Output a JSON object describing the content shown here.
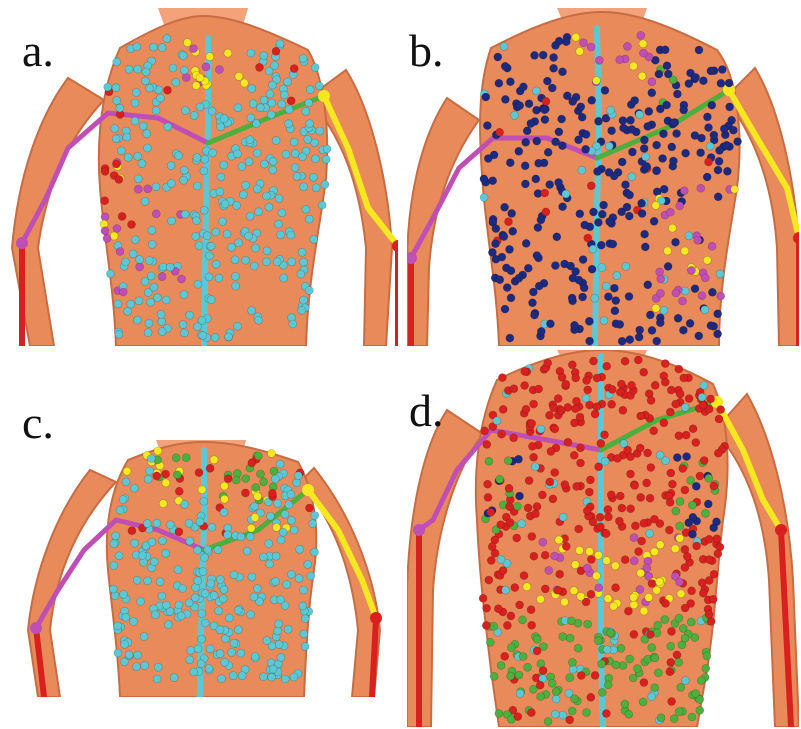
{
  "figure": {
    "panels": [
      {
        "label": "a.",
        "dominant_color": "cyan",
        "accent_colors": [
          "yellow",
          "red",
          "magenta",
          "green"
        ]
      },
      {
        "label": "b.",
        "dominant_color": "navy",
        "accent_colors": [
          "cyan",
          "yellow",
          "red",
          "magenta",
          "green"
        ]
      },
      {
        "label": "c.",
        "dominant_color": "cyan",
        "accent_colors": [
          "yellow",
          "red",
          "green"
        ]
      },
      {
        "label": "d.",
        "dominant_color": "red",
        "accent_colors": [
          "yellow",
          "green",
          "navy",
          "cyan",
          "magenta"
        ]
      }
    ]
  },
  "colors": {
    "skin": "#e98a5a",
    "skin_shadow": "#c86c43",
    "skin_light": "#f4a27a",
    "cyan": "#5cc8d4",
    "navy": "#1c2a80",
    "red": "#d8201e",
    "yellow": "#f5e821",
    "magenta": "#c04fb5",
    "green": "#4caf3e",
    "skeleton_spine": "#5cc8d4",
    "skeleton_left_arm": "#c04fb5",
    "skeleton_right_arm": "#f5e821",
    "skeleton_collar": "#4caf3e",
    "skeleton_forearm": "#d8201e"
  }
}
